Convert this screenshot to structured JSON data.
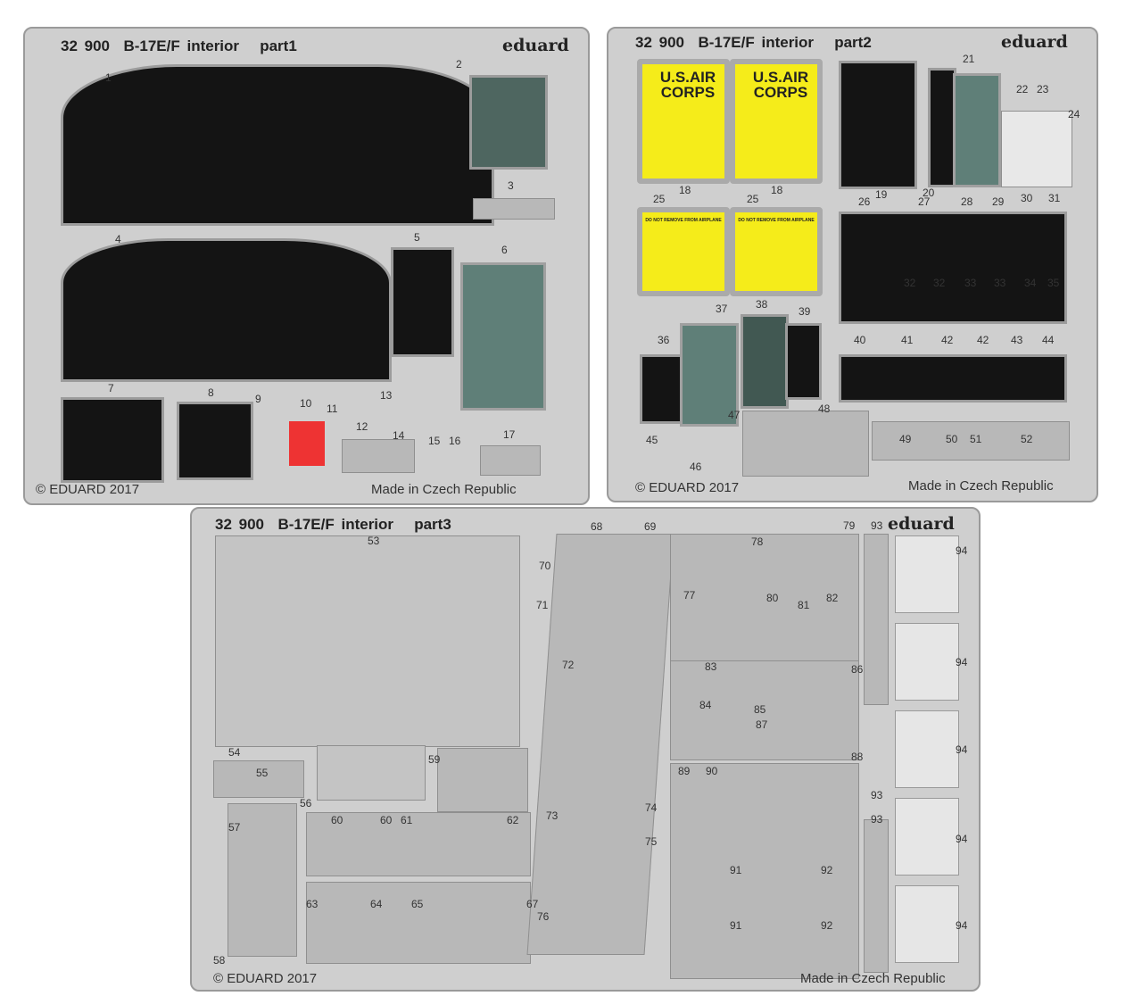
{
  "fret1": {
    "code": "32 900",
    "title": "B-17E/F interior",
    "part": "part1",
    "brand": "eduard",
    "copyright": "© EDUARD 2017",
    "made_in": "Made in Czech Republic",
    "numbers": [
      "1",
      "2",
      "3",
      "4",
      "5",
      "6",
      "7",
      "8",
      "9",
      "10",
      "11",
      "12",
      "13",
      "14",
      "15",
      "16",
      "17"
    ]
  },
  "fret2": {
    "code": "32 900",
    "title": "B-17E/F interior",
    "part": "part2",
    "brand": "eduard",
    "copyright": "© EDUARD 2017",
    "made_in": "Made in Czech Republic",
    "placard_text": "U.S.AIR CORPS",
    "small_placard_text": "DO NOT REMOVE FROM AIRPLANE",
    "numbers": [
      "21",
      "22",
      "23",
      "24",
      "18",
      "18",
      "25",
      "25",
      "19",
      "26",
      "20",
      "27",
      "28",
      "29",
      "30",
      "31",
      "32",
      "32",
      "33",
      "33",
      "34",
      "35",
      "36",
      "37",
      "38",
      "39",
      "40",
      "41",
      "42",
      "42",
      "43",
      "44",
      "45",
      "46",
      "47",
      "48",
      "49",
      "50",
      "51",
      "52"
    ]
  },
  "fret3": {
    "code": "32 900",
    "title": "B-17E/F interior",
    "part": "part3",
    "brand": "eduard",
    "copyright": "© EDUARD 2017",
    "made_in": "Made in Czech Republic",
    "numbers": [
      "53",
      "54",
      "55",
      "56",
      "57",
      "58",
      "59",
      "60",
      "60",
      "61",
      "62",
      "63",
      "64",
      "65",
      "67",
      "68",
      "69",
      "70",
      "71",
      "72",
      "73",
      "74",
      "75",
      "76",
      "77",
      "78",
      "79",
      "80",
      "81",
      "82",
      "83",
      "84",
      "85",
      "86",
      "87",
      "88",
      "89",
      "90",
      "91",
      "91",
      "92",
      "92",
      "93",
      "93",
      "93",
      "94",
      "94",
      "94",
      "94",
      "94"
    ]
  },
  "colors": {
    "fret": "#cfcfcf",
    "panel": "#141414",
    "placard": "#f5ec1a",
    "accent_red": "#e33333",
    "teal": "#5f7f78"
  }
}
